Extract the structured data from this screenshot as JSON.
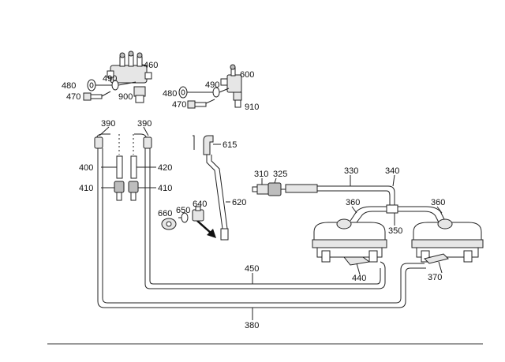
{
  "parts": {
    "p460": "460",
    "p480a": "480",
    "p490a": "490",
    "p470a": "470",
    "p900": "900",
    "p600": "600",
    "p480b": "480",
    "p490b": "490",
    "p470b": "470",
    "p910": "910",
    "p390a": "390",
    "p390b": "390",
    "p400": "400",
    "p420": "420",
    "p410a": "410",
    "p410b": "410",
    "p615": "615",
    "p620": "620",
    "p660": "660",
    "p650": "650",
    "p640": "640",
    "p310": "310",
    "p325": "325",
    "p330": "330",
    "p340": "340",
    "p360a": "360",
    "p360b": "360",
    "p350": "350",
    "p440": "440",
    "p370": "370",
    "p450": "450",
    "p380": "380"
  },
  "colors": {
    "line": "#222222",
    "fill_light": "#e6e6e6",
    "fill_mid": "#bdbdbd",
    "background": "#ffffff"
  }
}
